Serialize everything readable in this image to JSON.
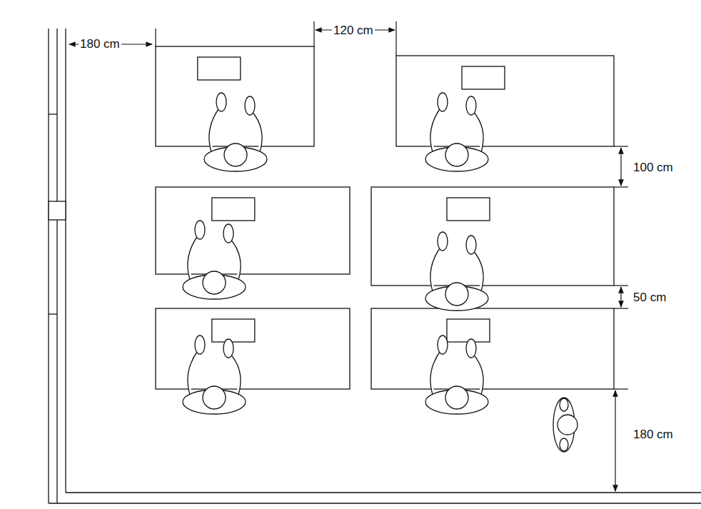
{
  "diagram": {
    "labels": [
      "180 cm",
      "120 cm",
      "100 cm",
      "50 cm",
      "180 cm"
    ]
  }
}
